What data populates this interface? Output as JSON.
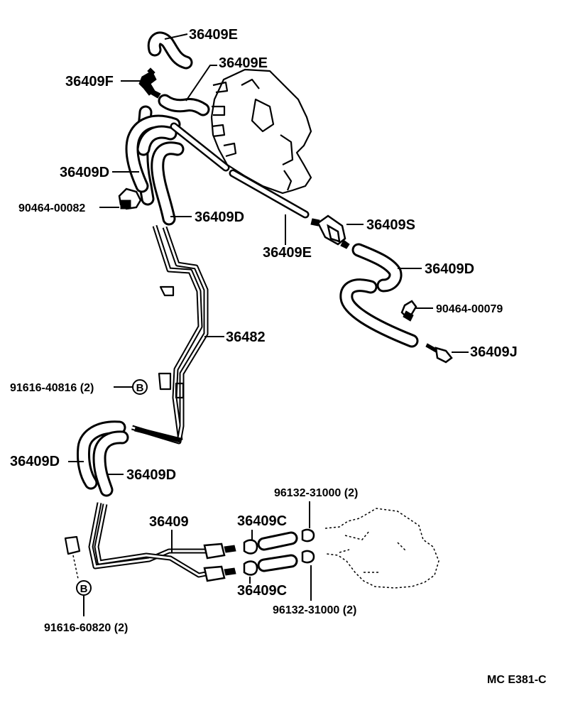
{
  "labels": {
    "p_36409E_top": "36409E",
    "p_36409E_mid": "36409E",
    "p_36409F": "36409F",
    "p_36409D_a": "36409D",
    "p_90464_00082": "90464-00082",
    "p_36409D_b": "36409D",
    "p_36409E_low": "36409E",
    "p_36409S": "36409S",
    "p_36409D_c": "36409D",
    "p_90464_00079": "90464-00079",
    "p_36409J": "36409J",
    "p_36482": "36482",
    "p_91616_40816": "91616-40816 (2)",
    "p_36409D_d": "36409D",
    "p_36409D_e": "36409D",
    "p_96132_top": "96132-31000 (2)",
    "p_36409": "36409",
    "p_36409C_top": "36409C",
    "p_36409C_bot": "36409C",
    "p_96132_bot": "96132-31000 (2)",
    "p_91616_60820": "91616-60820 (2)",
    "bolt_marker_1": "B",
    "bolt_marker_2": "B"
  },
  "footer": {
    "code": "MC  E381-C"
  }
}
